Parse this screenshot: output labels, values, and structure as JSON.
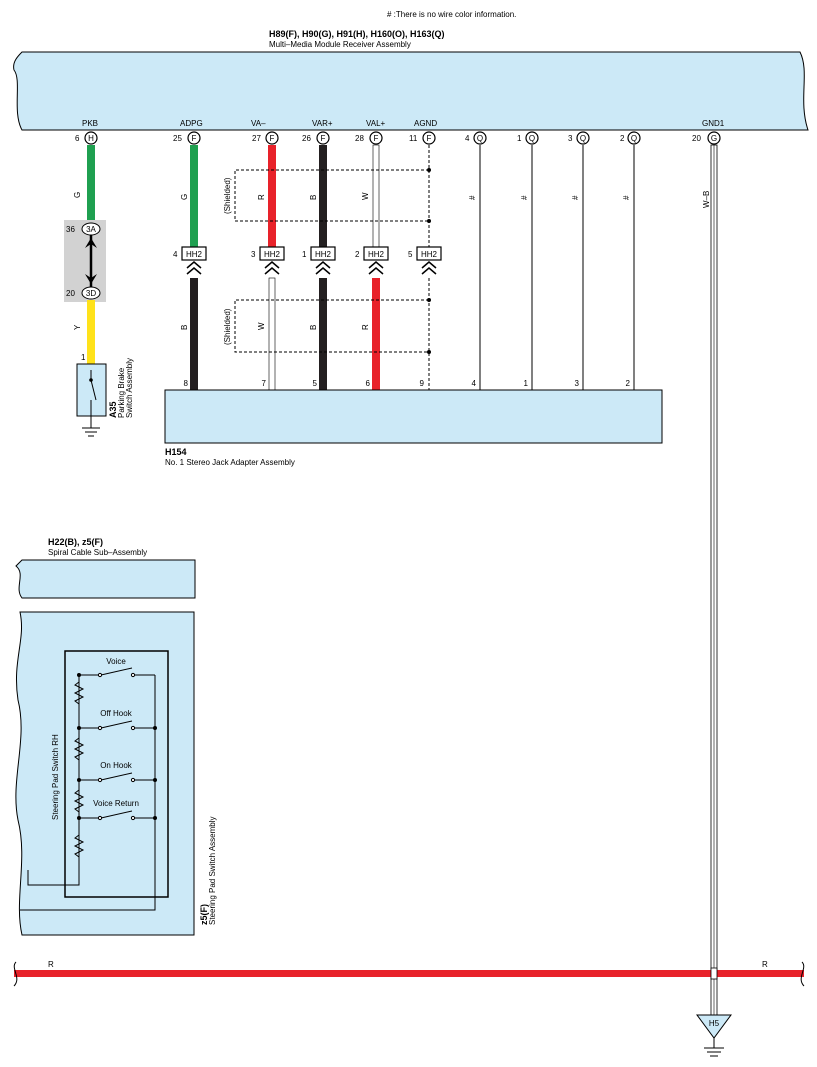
{
  "note": "# :There is no wire color information.",
  "receiver": {
    "codes": "H89(F), H90(G), H91(H), H160(O), H163(Q)",
    "name": "Multi–Media Module Receiver Assembly"
  },
  "receiver_terminals": [
    {
      "label": "PKB",
      "pin": "6",
      "conn": "H"
    },
    {
      "label": "ADPG",
      "pin": "25",
      "conn": "F"
    },
    {
      "label": "VA–",
      "pin": "27",
      "conn": "F"
    },
    {
      "label": "VAR+",
      "pin": "26",
      "conn": "F"
    },
    {
      "label": "VAL+",
      "pin": "28",
      "conn": "F"
    },
    {
      "label": "AGND",
      "pin": "11",
      "conn": "F"
    },
    {
      "label": "",
      "pin": "4",
      "conn": "Q"
    },
    {
      "label": "",
      "pin": "1",
      "conn": "Q"
    },
    {
      "label": "",
      "pin": "3",
      "conn": "Q"
    },
    {
      "label": "",
      "pin": "2",
      "conn": "Q"
    },
    {
      "label": "GND1",
      "pin": "20",
      "conn": "G"
    }
  ],
  "upper_wire_colors": [
    "G",
    "G",
    "R",
    "B",
    "W",
    "#",
    "#",
    "#",
    "#",
    "W–B"
  ],
  "shielded_label": "(Shielded)",
  "junction": {
    "upper_pin": "36",
    "upper_conn": "3A",
    "lower_pin": "20",
    "lower_conn": "3D"
  },
  "pkb_lower_color": "Y",
  "hh2": [
    {
      "pin": "4",
      "name": "HH2"
    },
    {
      "pin": "3",
      "name": "HH2"
    },
    {
      "pin": "1",
      "name": "HH2"
    },
    {
      "pin": "2",
      "name": "HH2"
    },
    {
      "pin": "5",
      "name": "HH2"
    }
  ],
  "lower_wire_colors": [
    "B",
    "W",
    "B",
    "R"
  ],
  "adapter_pins": [
    "8",
    "7",
    "5",
    "6",
    "9",
    "4",
    "1",
    "3",
    "2"
  ],
  "adapter": {
    "code": "H154",
    "name": "No.  1 Stereo Jack Adapter Assembly"
  },
  "parking_switch": {
    "pin": "1",
    "code": "A35",
    "name_line1": "Parking Brake",
    "name_line2": "Switch Assembly"
  },
  "spiral": {
    "codes": "H22(B), z5(F)",
    "name": "Spiral Cable Sub–Assembly"
  },
  "steering": {
    "rh_label": "Steering Pad Switch RH",
    "switches": [
      "Voice",
      "Off Hook",
      "On Hook",
      "Voice Return"
    ],
    "code": "z5(F)",
    "name": "Steering Pad Switch Assembly"
  },
  "bottom_wire": {
    "left_color": "R",
    "right_color": "R"
  },
  "ground_point": "H5",
  "colors": {
    "body_fill": "#cce9f7",
    "green": "#1fa050",
    "red": "#e8222a",
    "yellow": "#ffe21a",
    "black": "#231f20",
    "junction_gray": "#d2d2d2"
  }
}
